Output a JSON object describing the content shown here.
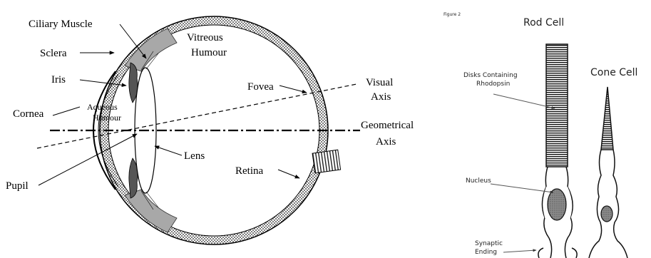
{
  "eye_diagram": {
    "labels": {
      "ciliary_muscle": "Ciliary Muscle",
      "sclera": "Sclera",
      "iris": "Iris",
      "cornea": "Cornea",
      "aqueous_1": "Aqueous",
      "aqueous_2": "Humour",
      "vitreous_1": "Vitreous",
      "vitreous_2": "Humour",
      "fovea": "Fovea",
      "visual_1": "Visual",
      "visual_2": "Axis",
      "geometrical_1": "Geometrical",
      "geometrical_2": "Axis",
      "lens": "Lens",
      "retina": "Retina",
      "pupil": "Pupil"
    }
  },
  "cell_diagram": {
    "figure_label": "Figure 2",
    "rod_title": "Rod Cell",
    "cone_title": "Cone Cell",
    "disks_1": "Disks Containing",
    "disks_2": "Rhodopsin",
    "nucleus": "Nucleus",
    "synaptic_1": "Synaptic",
    "synaptic_2": "Ending"
  }
}
